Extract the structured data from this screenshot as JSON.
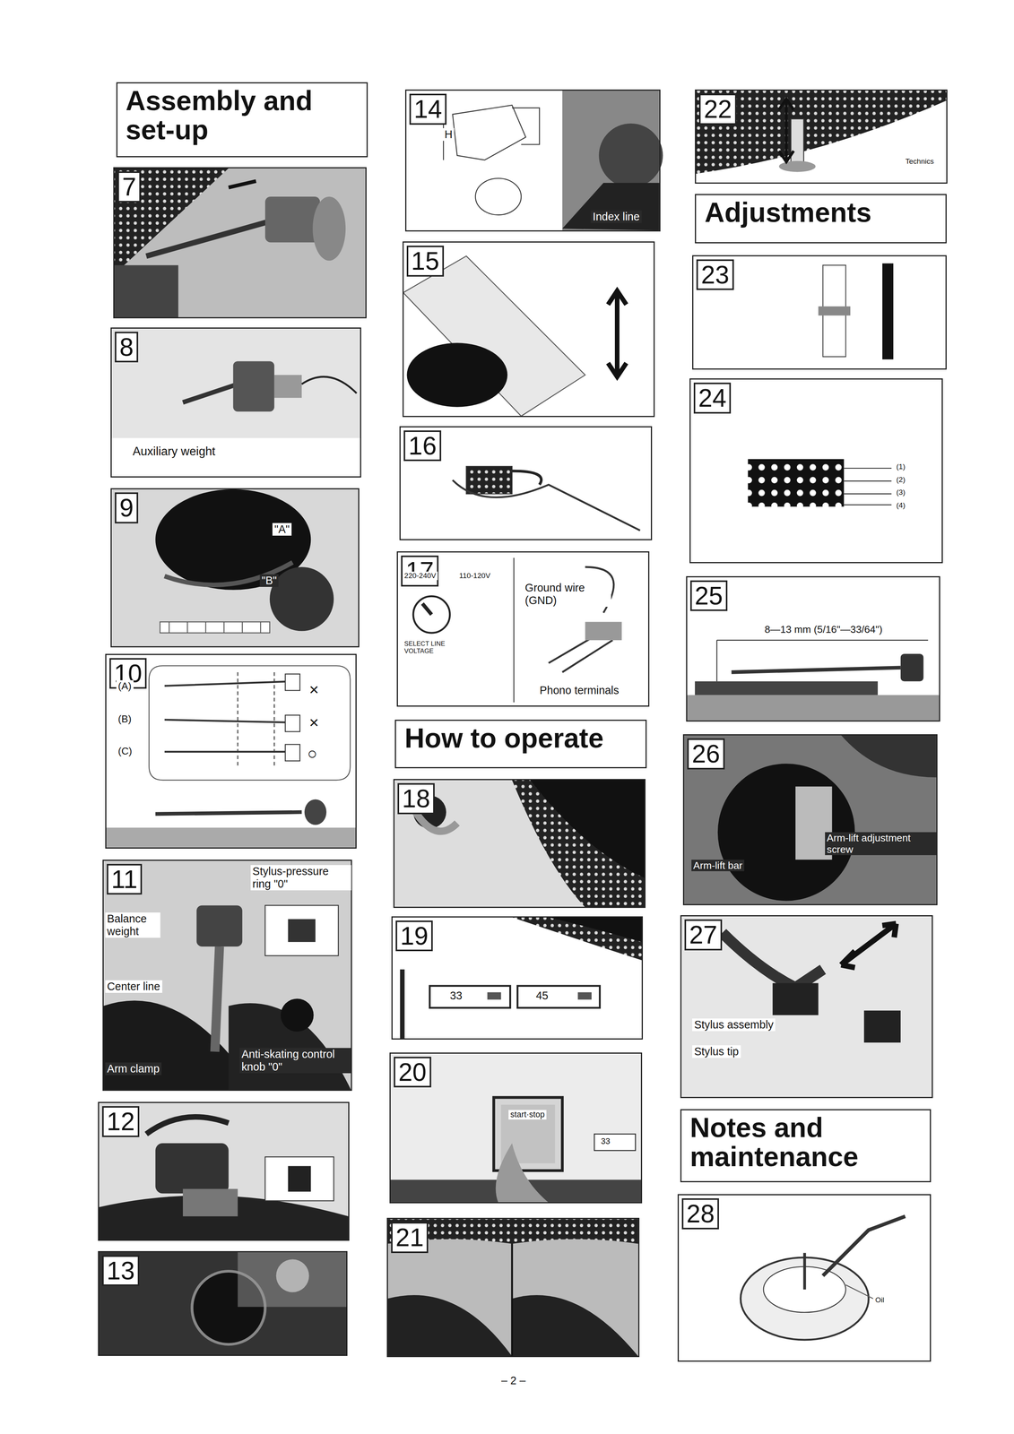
{
  "diagram": {
    "nodes": [
      {
        "text": [
          "Assembly and set-up"
        ]
      },
      {
        "text": [
          "7"
        ]
      },
      {
        "text": [
          "8"
        ]
      },
      {
        "text": [
          "9"
        ]
      },
      {
        "text": [
          "10"
        ]
      },
      {
        "text": [
          "11"
        ]
      },
      {
        "text": [
          "12"
        ]
      },
      {
        "text": [
          "13"
        ]
      },
      {
        "text": [
          "14"
        ]
      },
      {
        "text": [
          "15"
        ]
      },
      {
        "text": [
          "16"
        ]
      },
      {
        "text": [
          "17"
        ]
      },
      {
        "text": [
          "How to operate"
        ]
      },
      {
        "text": [
          "18"
        ]
      },
      {
        "text": [
          "19"
        ]
      },
      {
        "text": [
          "20"
        ]
      },
      {
        "text": [
          "21"
        ]
      },
      {
        "text": [
          "22"
        ]
      },
      {
        "text": [
          "Adjustments"
        ]
      },
      {
        "text": [
          "23"
        ]
      },
      {
        "text": [
          "24"
        ]
      },
      {
        "text": [
          "25"
        ]
      },
      {
        "text": [
          "26"
        ]
      },
      {
        "text": [
          "27"
        ]
      },
      {
        "text": [
          "Notes and maintenance"
        ]
      },
      {
        "text": [
          "28"
        ]
      }
    ],
    "labels": [
      "Auxiliary weight",
      "\"A\"",
      "\"B\"",
      "(A)",
      "(B)",
      "(C)",
      "×",
      "×",
      "○",
      "Stylus-pressure ring \"0\"",
      "Balance weight",
      "Center line",
      "Arm clamp",
      "Anti-skating control knob \"0\"",
      "H",
      "Index line",
      "SELECT LINE VOLTAGE",
      "110-120V",
      "220-240V",
      "Ground wire (GND)",
      "Phono terminals",
      "33",
      "45",
      "start·stop",
      "33",
      "Technics",
      "(1)",
      "(2)",
      "(3)",
      "(4)",
      "8—13 mm (5/16\"—33/64\")",
      "Arm-lift adjustment screw",
      "Arm-lift bar",
      "Stylus assembly",
      "Stylus tip",
      "Oil",
      "– 2 –"
    ]
  }
}
